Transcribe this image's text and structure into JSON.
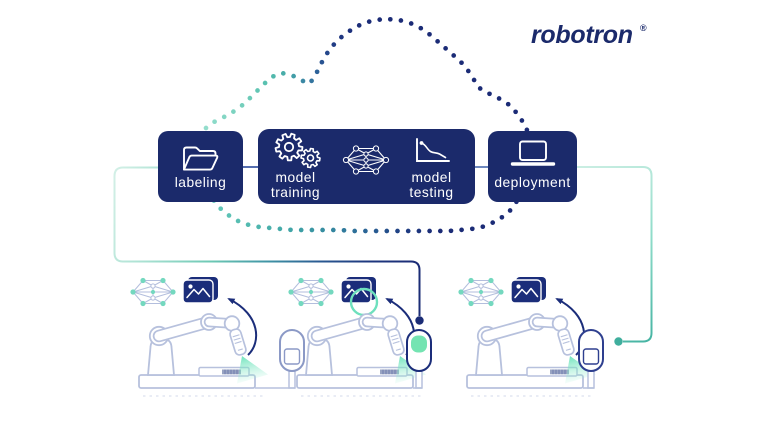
{
  "logo": {
    "text": "robotron",
    "registered_mark": "®",
    "color": "#1b2a6b"
  },
  "pipeline": {
    "box_color": "#1b2a6b",
    "label_color": "#ffffff",
    "stages": [
      {
        "id": "labeling",
        "label": "labeling",
        "lines": [
          "labeling"
        ],
        "icon": "open-folder-icon"
      },
      {
        "id": "model-training",
        "label": "model training",
        "lines": [
          "model",
          "training"
        ],
        "icon": "gears-icon"
      },
      {
        "id": "model-testing",
        "label": "model testing",
        "lines": [
          "model",
          "testing"
        ],
        "icon": "loss-curve-icon"
      },
      {
        "id": "deployment",
        "label": "deployment",
        "lines": [
          "deployment"
        ],
        "icon": "laptop-icon"
      }
    ],
    "hub_icon": "neural-network-icon"
  },
  "cloud": {
    "style": "dotted-outline",
    "dot_colors": {
      "mint": "#93ddcc",
      "teal": "#47ada9",
      "blue": "#2c5f98",
      "navy": "#1b2b76"
    }
  },
  "connections": {
    "labeling_to_training_color": "#2b4a9b",
    "testing_to_deployment_color": "#4a6aad",
    "labeling_feedback_loop": {
      "from": "labeling",
      "to": "robot-station-2",
      "gradient": [
        "#d4f0e7",
        "#1b2c76"
      ],
      "end_dot_color": "#1b2c76"
    },
    "deployment_loop": {
      "from": "deployment",
      "to": "robot-station-3",
      "gradient": [
        "#cbeee3",
        "#46b4a3"
      ],
      "end_dot_color": "#3fae9d"
    }
  },
  "robots": [
    {
      "name": "robot-station-1",
      "pendant": "idle-light",
      "highlight_circle": false
    },
    {
      "name": "robot-station-2",
      "pendant": "screen-active-green",
      "highlight_circle": true
    },
    {
      "name": "robot-station-3",
      "pendant": "idle-navy",
      "highlight_circle": false
    }
  ],
  "robot_palette": {
    "outline": "#b7c1dd",
    "pendant_light": "#8b99c6",
    "pendant_navy": "#2e3f8f",
    "navy": "#1b2d7a",
    "mint_node": "#74d8bf",
    "green_screen": "#74e4b2",
    "cone": "#58dfb2",
    "part_fill": "#98a3c2",
    "part_stripe": "#6b79ad",
    "ground_dash": "#e2e6f2"
  }
}
